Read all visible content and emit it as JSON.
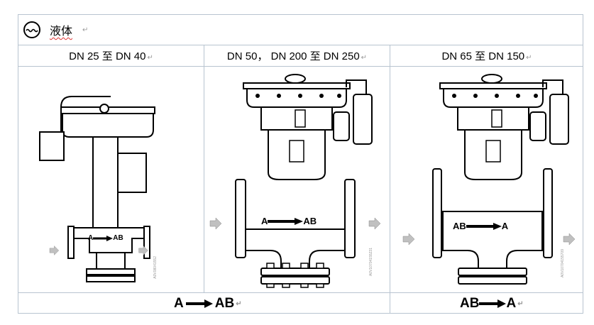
{
  "header": {
    "icon": "liquid-icon",
    "label": "液体"
  },
  "columns": [
    {
      "title": "DN 25 至 DN 40",
      "drawing_id": "A0V08041552",
      "inline_flow": {
        "from": "A",
        "to": "AB"
      }
    },
    {
      "title": "DN 50， DN 200 至 DN 250",
      "drawing_id": "A0V10704155231",
      "inline_flow": {
        "from": "A",
        "to": "AB"
      }
    },
    {
      "title": "DN 65 至 DN 150",
      "drawing_id": "A0V10704155709",
      "inline_flow": {
        "from": "AB",
        "to": "A"
      }
    }
  ],
  "footer": [
    {
      "from": "A",
      "to": "AB"
    },
    {
      "from": "AB",
      "to": "A"
    }
  ],
  "colors": {
    "grid": "#b8c4d0",
    "flow_arrow_fill": "#c0c0c0"
  }
}
